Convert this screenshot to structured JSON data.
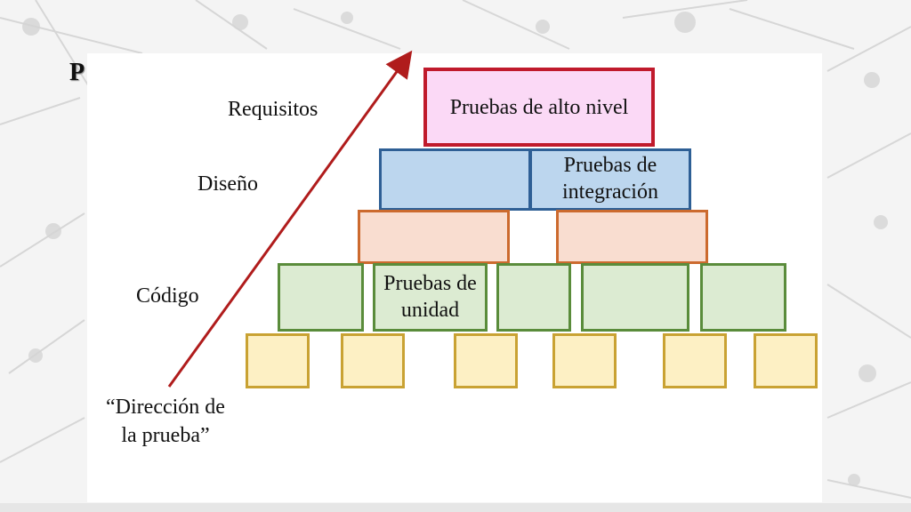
{
  "slide": {
    "heading_letter": "P"
  },
  "labels": {
    "requisitos": "Requisitos",
    "diseno": "Diseño",
    "codigo": "Código"
  },
  "caption": {
    "line1": "“Dirección de",
    "line2": "la prueba”"
  },
  "boxes": {
    "alto_nivel": "Pruebas de alto nivel",
    "integracion_line1": "Pruebas de",
    "integracion_line2": "integración",
    "unidad_line1": "Pruebas de",
    "unidad_line2": "unidad"
  },
  "colors": {
    "high_level": "#c01a2c",
    "integration": "#2e5f95",
    "module": "#cc6a2e",
    "unit": "#5a8c3b",
    "base": "#c9a233",
    "arrow": "#b01c1c"
  }
}
